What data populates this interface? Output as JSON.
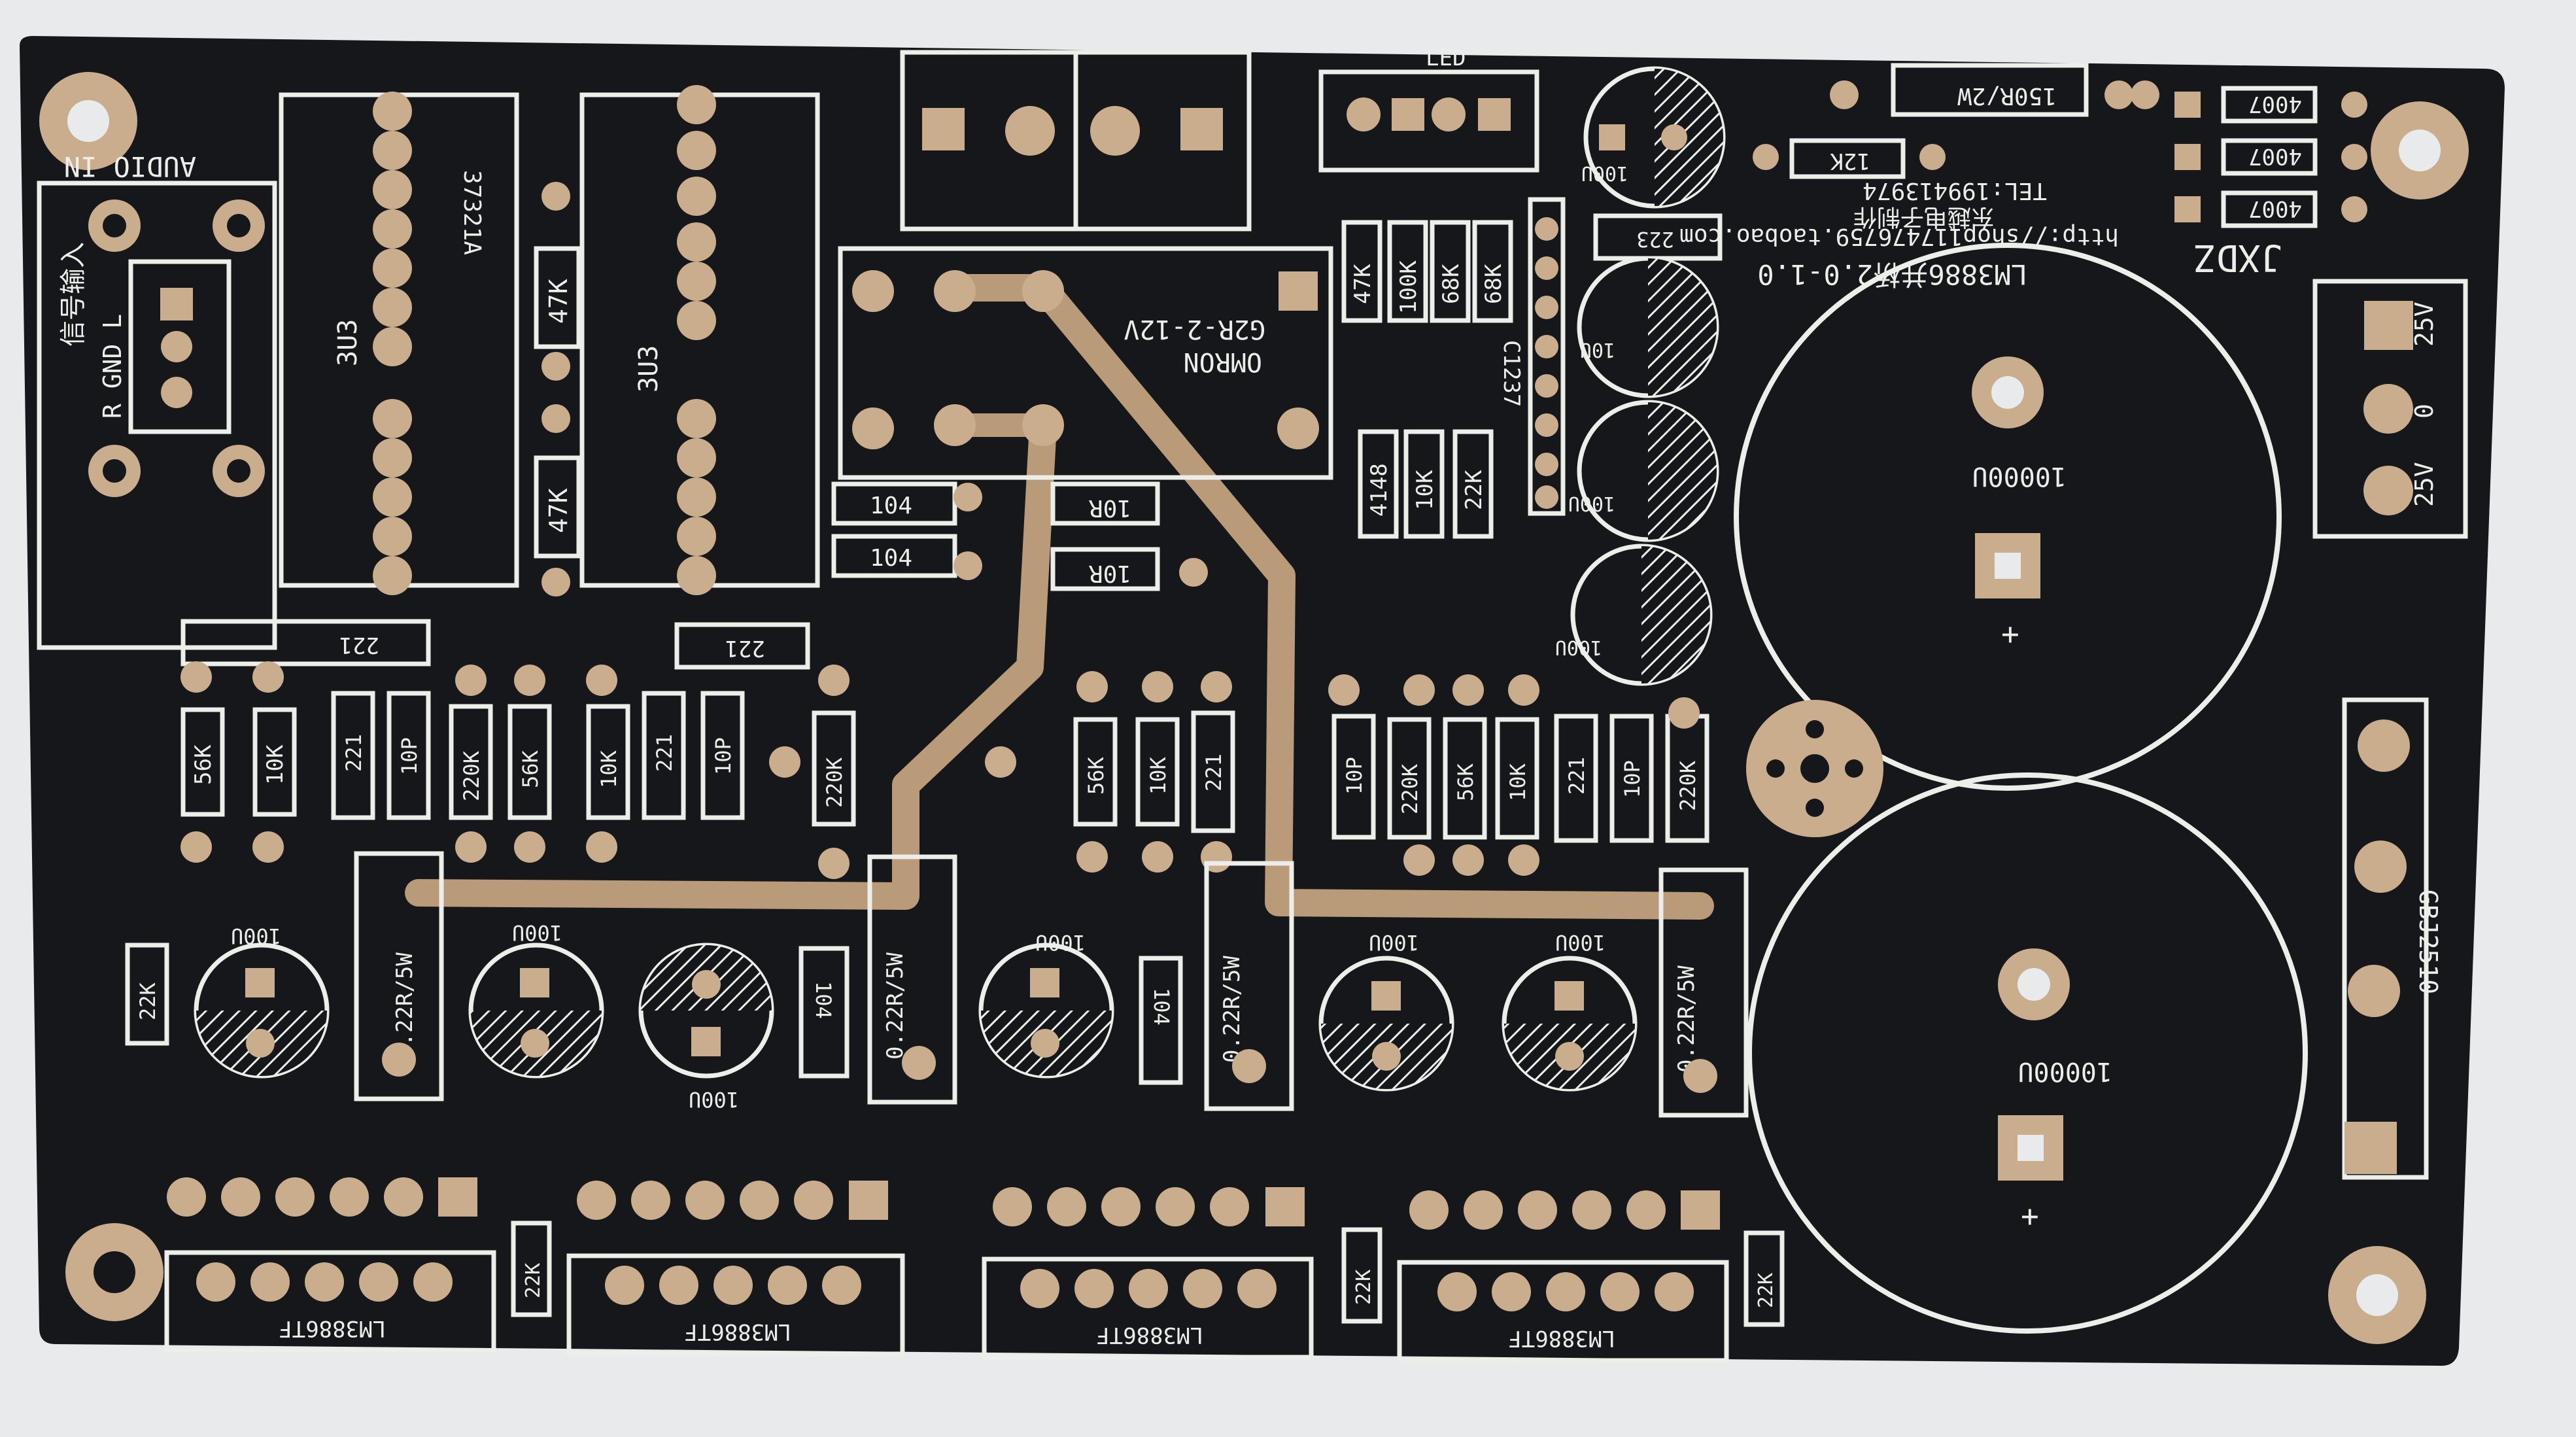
{
  "board": {
    "colors": {
      "background": "#e9eaec",
      "board": "#15171a",
      "silk": "#eceee9",
      "pad": "#c9ad8d",
      "trace": "#b99a79"
    }
  },
  "headers": {
    "audio_in": "AUDIO IN",
    "input_cn": "信号输入",
    "input_pins": "R GND L",
    "chip_1": "3U3",
    "chip_1_part": "37321A",
    "chip_2": "3U3",
    "relay": "OMRON",
    "relay_part": "G2R-2-12V",
    "led": "LED",
    "version": "LM3886并桥2.0-1.0",
    "url": "http://shop117476759.taobao.com",
    "tel": "TEL:199413974",
    "maker": "JXDZ",
    "brand_cn": "东越电子制作",
    "rect": "GBJ2510",
    "power_25v_top": "25V",
    "power_0": "0",
    "power_25v_bot": "25V"
  },
  "components": {
    "r_47k": "47K",
    "r_10k": "10K",
    "r_56k": "56K",
    "r_220k": "220K",
    "r_22k": "22K",
    "r_100k": "100K",
    "r_68k": "68K",
    "r_12k": "12K",
    "r_10r": "10R",
    "r_150r": "150R/2W",
    "r_022": "0.22R/5W",
    "c_221": "221",
    "c_10p": "10P",
    "c_104": "104",
    "c_223": "223",
    "c_100u": "100U",
    "c_10000u": "10000U",
    "c_10u": "10U",
    "d_4148": "4148",
    "d_4007": "4007",
    "q_c1237": "C1237",
    "ic_lm3886": "LM3886TF"
  }
}
